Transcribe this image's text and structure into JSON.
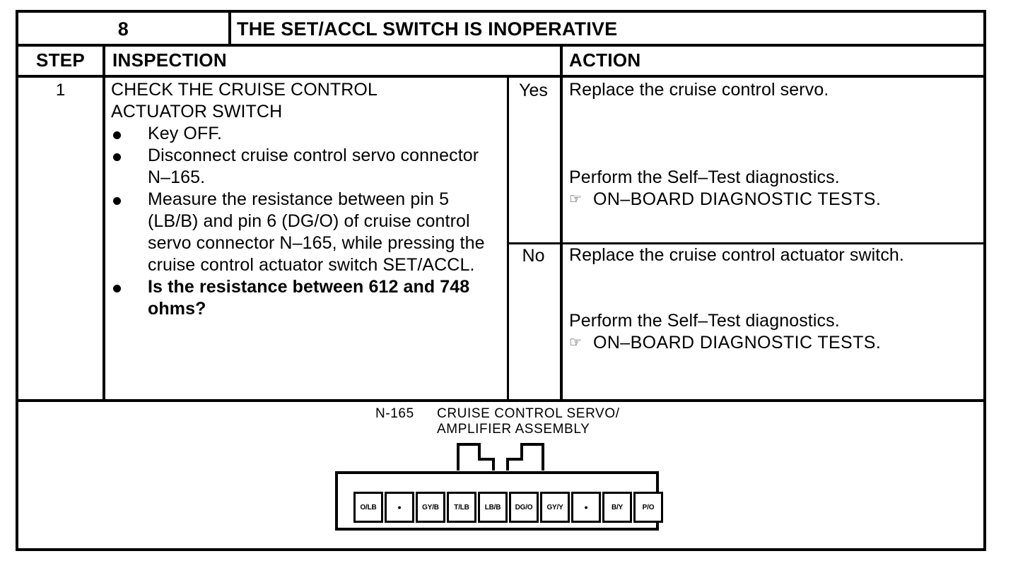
{
  "document": {
    "title_number": "8",
    "title_text": "THE SET/ACCL SWITCH IS INOPERATIVE"
  },
  "table": {
    "headers": {
      "step": "STEP",
      "inspection": "INSPECTION",
      "action": "ACTION"
    },
    "row": {
      "step": "1",
      "inspection": {
        "heading_line1": "CHECK THE CRUISE CONTROL",
        "heading_line2": "ACTUATOR SWITCH",
        "bullets": [
          {
            "text": "Key OFF.",
            "bold": false
          },
          {
            "text": "Disconnect cruise control servo connector N–165.",
            "bold": false
          },
          {
            "text": "Measure the resistance between pin 5 (LB/B) and pin 6 (DG/O) of cruise control servo connector N–165, while pressing the cruise control actuator switch SET/ACCL.",
            "bold": false
          },
          {
            "text": "Is the resistance between 612 and 748 ohms?",
            "bold": true
          }
        ]
      },
      "outcomes": [
        {
          "label": "Yes",
          "action": "Replace the cruise control servo.",
          "followup": "Perform the Self–Test diagnostics.",
          "reference_icon": "☞",
          "reference": "ON–BOARD DIAGNOSTIC TESTS."
        },
        {
          "label": "No",
          "action": "Replace the cruise control actuator switch.",
          "followup": "Perform the Self–Test diagnostics.",
          "reference_icon": "☞",
          "reference": "ON–BOARD DIAGNOSTIC TESTS."
        }
      ]
    }
  },
  "diagram": {
    "connector_id": "N-165",
    "caption_line1": "CRUISE CONTROL SERVO/",
    "caption_line2": "AMPLIFIER ASSEMBLY",
    "pins": [
      {
        "index": 1,
        "label": "O/LB"
      },
      {
        "index": 2,
        "label": "•"
      },
      {
        "index": 3,
        "label": "GY/B"
      },
      {
        "index": 4,
        "label": "T/LB"
      },
      {
        "index": 5,
        "label": "LB/B"
      },
      {
        "index": 6,
        "label": "DG/O"
      },
      {
        "index": 7,
        "label": "GY/Y"
      },
      {
        "index": 8,
        "label": "•"
      },
      {
        "index": 9,
        "label": "B/Y"
      },
      {
        "index": 10,
        "label": "P/O"
      }
    ]
  },
  "colors": {
    "ink": "#000000",
    "paper": "#ffffff"
  }
}
